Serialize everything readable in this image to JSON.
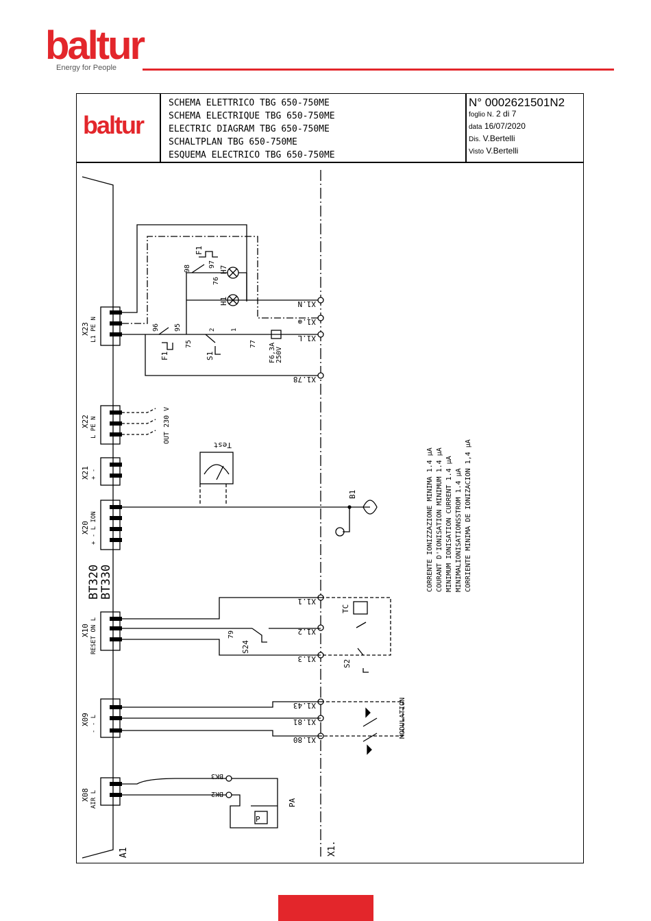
{
  "brand": {
    "logo": "baltur",
    "tagline": "Energy for People",
    "color": "#e3262b"
  },
  "titleblock": {
    "titles": [
      "SCHEMA ELETTRICO TBG 650-750ME",
      "SCHEMA ELECTRIQUE TBG 650-750ME",
      "ELECTRIC DIAGRAM TBG 650-750ME",
      "SCHALTPLAN TBG 650-750ME",
      "ESQUEMA ELECTRICO TBG 650-750ME"
    ],
    "doc_number": "N° 0002621501N2",
    "sheet_label": "foglio N.",
    "sheet_value": "2 di 7",
    "date_label": "data",
    "date_value": "16/07/2020",
    "drawn_label": "Dis.",
    "drawn_value": "V.Bertelli",
    "checked_label": "Visto",
    "checked_value": "V.Bertelli"
  },
  "diagram": {
    "module_labels": [
      "BT320",
      "BT330"
    ],
    "a1_label": "A1",
    "x1_label": "X1.",
    "connectors": [
      {
        "name": "X23",
        "pins": "L1  PE  N"
      },
      {
        "name": "X22",
        "pins": "L  PE  N"
      },
      {
        "name": "X21",
        "pins": "+  -"
      },
      {
        "name": "X20",
        "pins": "+  -  L  ION"
      },
      {
        "name": "X10",
        "pins": "RESET ON  L"
      },
      {
        "name": "X09",
        "pins": "-  -  L"
      },
      {
        "name": "X08",
        "pins": "AIR  L"
      }
    ],
    "terminals": [
      "X1.N",
      "X1.⊕",
      "X1.L",
      "X1.78",
      "X1.1",
      "X1.2",
      "X1.3",
      "X1.43",
      "X1.81",
      "X1.80"
    ],
    "components": {
      "f1_fuse": "F1",
      "h7": "H7",
      "h1": "H1",
      "s1": "S1",
      "fuse": "F6,3A",
      "fuse_rating": "250V",
      "b1": "B1",
      "tc": "TC",
      "s24": "S24",
      "s2": "S2",
      "pa": "PA",
      "p": "P",
      "bk3": "BK3",
      "bk2": "BK2",
      "out": "OUT 230 V",
      "test": "Test",
      "modulation": "MODULATION"
    },
    "wire_numbers": [
      "98",
      "97",
      "76",
      "96",
      "95",
      "75",
      "77",
      "2",
      "1",
      "79"
    ],
    "ionisation_notes": [
      "CORRENTE IONIZZAZIONE MINIMA 1.4 μA",
      "COURANT D'IONISATION MINIMUM 1.4 μA",
      "MINIMUM IONISATION CURRENT 1.4 μA",
      "MINIMALIONISATIONSSTROM 1.4 μA",
      "CORRIENTE MINIMA DE IONIZACION 1,4 μA"
    ]
  }
}
